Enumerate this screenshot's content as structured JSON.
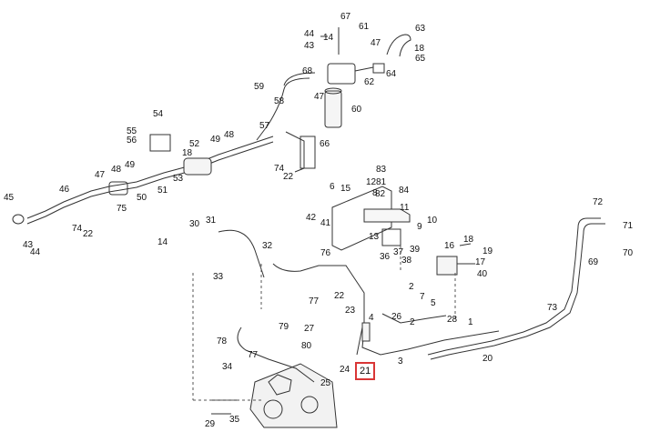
{
  "diagram": {
    "highlight_color": "#d93636",
    "highlighted_callout": "21",
    "callouts": {
      "c1": "1",
      "c2a": "2",
      "c2b": "2",
      "c3": "3",
      "c4": "4",
      "c5": "5",
      "c6": "6",
      "c7": "7",
      "c8": "8",
      "c9": "9",
      "c10": "10",
      "c11": "11",
      "c12": "12",
      "c13": "13",
      "c14a": "14",
      "c14b": "14",
      "c15": "15",
      "c16": "16",
      "c17": "17",
      "c18a": "18",
      "c18b": "18",
      "c18c": "18",
      "c19": "19",
      "c20": "20",
      "c21": "21",
      "c22a": "22",
      "c22b": "22",
      "c22c": "22",
      "c23": "23",
      "c24": "24",
      "c25": "25",
      "c26": "26",
      "c27": "27",
      "c28": "28",
      "c29": "29",
      "c30": "30",
      "c31": "31",
      "c32": "32",
      "c33": "33",
      "c34": "34",
      "c35": "35",
      "c36": "36",
      "c37": "37",
      "c38": "38",
      "c39": "39",
      "c40": "40",
      "c41": "41",
      "c42": "42",
      "c43a": "43",
      "c43b": "43",
      "c44a": "44",
      "c44b": "44",
      "c45": "45",
      "c46": "46",
      "c47a": "47",
      "c47b": "47",
      "c47c": "47",
      "c48a": "48",
      "c48b": "48",
      "c49a": "49",
      "c49b": "49",
      "c50": "50",
      "c51": "51",
      "c52": "52",
      "c53": "53",
      "c54": "54",
      "c55": "55",
      "c56": "56",
      "c57": "57",
      "c58": "58",
      "c59": "59",
      "c60": "60",
      "c61": "61",
      "c62": "62",
      "c63": "63",
      "c64": "64",
      "c65": "65",
      "c66": "66",
      "c67": "67",
      "c68": "68",
      "c69": "69",
      "c70": "70",
      "c71": "71",
      "c72": "72",
      "c73": "73",
      "c74a": "74",
      "c74b": "74",
      "c75": "75",
      "c76": "76",
      "c77a": "77",
      "c77b": "77",
      "c78": "78",
      "c79": "79",
      "c80": "80",
      "c81": "81",
      "c82": "82",
      "c83": "83",
      "c84": "84"
    }
  }
}
